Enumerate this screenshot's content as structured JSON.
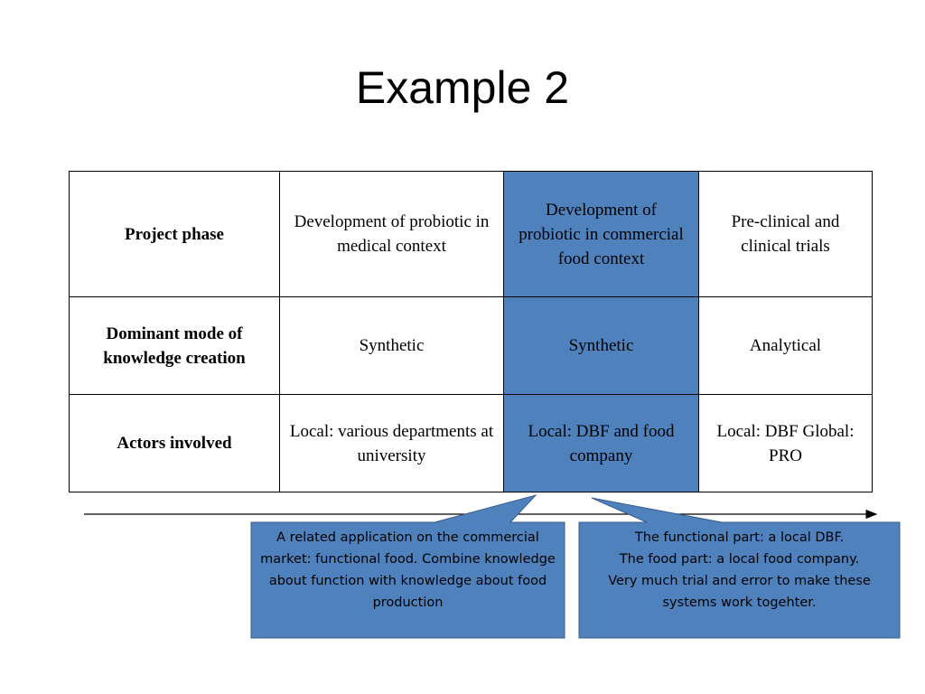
{
  "slide": {
    "title": "Example 2"
  },
  "table": {
    "rows": [
      {
        "header": "Project phase",
        "cells": [
          "Development of probiotic in medical context",
          "Development of probiotic in commercial food context",
          "Pre-clinical and clinical trials"
        ]
      },
      {
        "header": "Dominant mode of knowledge creation",
        "cells": [
          "Synthetic",
          "Synthetic",
          "Analytical"
        ]
      },
      {
        "header": "Actors involved",
        "cells": [
          "Local: various departments at university",
          "Local: DBF and food company",
          "Local: DBF Global: PRO"
        ]
      }
    ],
    "highlight_color": "#4f81bd"
  },
  "callouts": {
    "left": {
      "text": "A related application on the commercial market: functional food. Combine knowledge about function with knowledge about food production"
    },
    "right": {
      "line1": "The functional part: a local DBF.",
      "line2": "The food part: a local food company.",
      "line3": "Very much trial and error to make these systems work togehter."
    },
    "fill_color": "#4f81bd",
    "border_color": "#385d8a"
  }
}
